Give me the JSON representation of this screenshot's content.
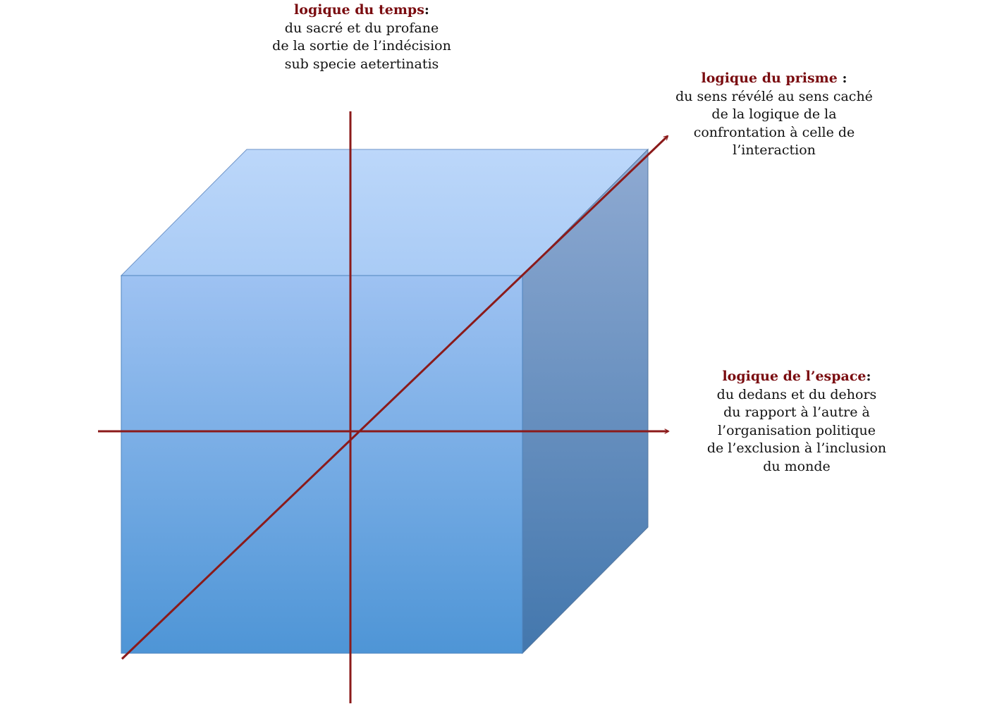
{
  "colors": {
    "axis": "#8b1a1a",
    "title": "#7a0c10",
    "cube_top_light": "#bcd7fa",
    "cube_top_dark": "#a9cbf5",
    "cube_front_light": "#9ec2f2",
    "cube_front_dark": "#4e95d6",
    "cube_side_light": "#8faad2",
    "cube_side_dark": "#4377ad"
  },
  "labels": {
    "temps": {
      "title": "logique du temps",
      "colon": ":",
      "lines": [
        "du sacré et du profane",
        "de la sortie de l’indécision",
        "sub specie aetertinatis"
      ]
    },
    "prisme": {
      "title": "logique du prisme",
      "colon": " :",
      "lines": [
        "du sens révélé au sens caché",
        "de la logique de la",
        "confrontation à celle de",
        "l’interaction"
      ]
    },
    "espace": {
      "title": "logique de l’espace",
      "colon": ":",
      "lines": [
        "du dedans et du dehors",
        "du rapport à l’autre à",
        "l’organisation politique",
        "de l’exclusion à l’inclusion",
        "du monde"
      ]
    }
  }
}
